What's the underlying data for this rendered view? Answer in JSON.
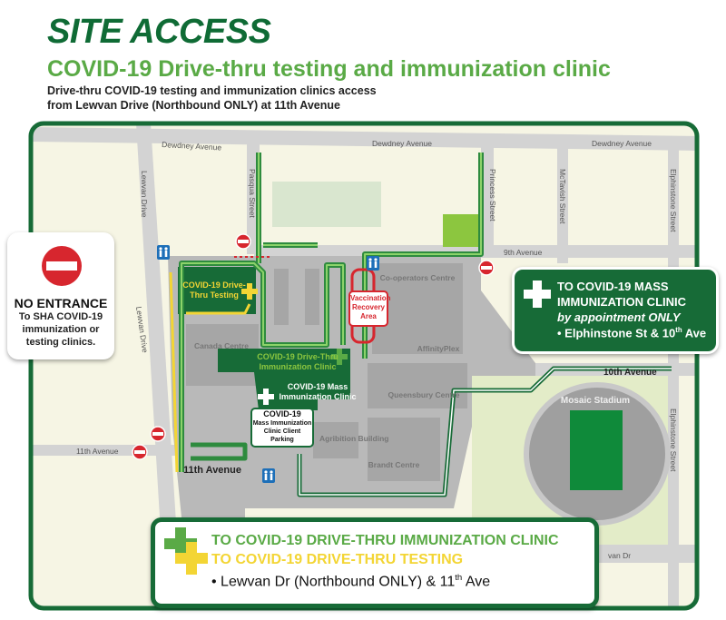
{
  "header": {
    "title": "SITE ACCESS",
    "subtitle": "COVID-19 Drive-thru testing and immunization clinic",
    "description_line1": "Drive-thru COVID-19 testing and immunization clinics access",
    "description_line2": "from Lewvan Drive (Northbound ONLY) at 11th Avenue"
  },
  "colors": {
    "dark_green": "#176b37",
    "light_green": "#5aaa46",
    "yellow": "#f3d534",
    "red": "#d7262e",
    "map_bg": "#f6f5e4",
    "road": "#d3d3d3",
    "campus": "#b9b9b9",
    "building": "#a6a6a6"
  },
  "map": {
    "streets": {
      "dewdney_w": "Dewdney Avenue",
      "dewdney_c": "Dewdney Avenue",
      "dewdney_e": "Dewdney Avenue",
      "lewvan_n": "Lewvan Drive",
      "lewvan_s": "Lewvan Drive",
      "pasqua": "Pasqua Street",
      "princess": "Princess Street",
      "mctavish": "McTavish Street",
      "elphinstone_n": "Elphinstone Street",
      "elphinstone_s": "Elphinstone Street",
      "ninth": "9th Avenue",
      "tenth": "10th Avenue",
      "eleventh_w": "11th Avenue",
      "eleventh": "11th Avenue",
      "lewvan_partial": "van Dr"
    },
    "buildings": {
      "coop": "Co-operators Centre",
      "affinity": "AffinityPlex",
      "canada": "Canada Centre",
      "queensbury": "Queensbury Centre",
      "agribition": "Agribition Building",
      "brandt": "Brandt Centre",
      "mosaic": "Mosaic Stadium"
    },
    "zones": {
      "testing": "COVID-19 Drive-Thru Testing",
      "drive_immunization": "COVID-19 Drive-Thru Immunization Clinic",
      "mass_clinic": "COVID-19 Mass Immunization Clinic",
      "vaccination_recovery": "Vaccination Recovery Area",
      "parking_title": "COVID-19",
      "parking_sub": "Mass Immunization Clinic Client Parking"
    },
    "icons": [
      "no-entry-icon",
      "washroom-icon",
      "medical-cross-icon",
      "direction-arrow-icon"
    ]
  },
  "no_entrance": {
    "heading": "NO ENTRANCE",
    "text": "To SHA COVID-19 immunization or testing clinics."
  },
  "mass_box": {
    "line1": "TO COVID-19 MASS",
    "line2": "IMMUNIZATION CLINIC",
    "line3": "by appointment ONLY",
    "bullet": "• Elphinstone St & 10",
    "bullet_sup": "th",
    "bullet_end": " Ave"
  },
  "drive_box": {
    "line1": "TO COVID-19 DRIVE-THRU IMMUNIZATION CLINIC",
    "line2": "TO COVID-19 DRIVE-THRU TESTING",
    "bullet": "• Lewvan Dr (Northbound ONLY) & 11",
    "bullet_sup": "th",
    "bullet_end": " Ave"
  }
}
